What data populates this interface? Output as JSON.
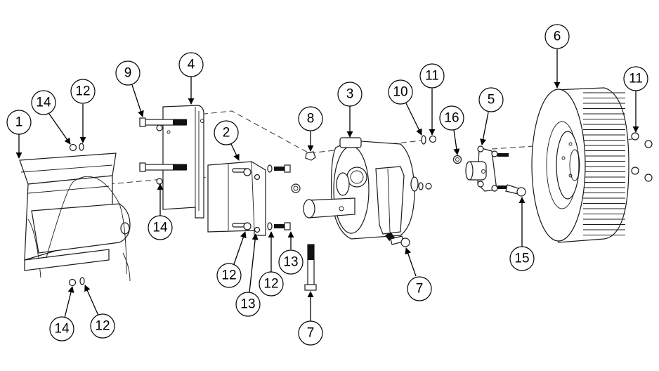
{
  "diagram": {
    "type": "exploded-assembly-drawing",
    "callouts": [
      {
        "id": "c1",
        "label": "1"
      },
      {
        "id": "c2",
        "label": "2"
      },
      {
        "id": "c3",
        "label": "3"
      },
      {
        "id": "c4",
        "label": "4"
      },
      {
        "id": "c5",
        "label": "5"
      },
      {
        "id": "c6",
        "label": "6"
      },
      {
        "id": "c7a",
        "label": "7"
      },
      {
        "id": "c7b",
        "label": "7"
      },
      {
        "id": "c8",
        "label": "8"
      },
      {
        "id": "c9",
        "label": "9"
      },
      {
        "id": "c10",
        "label": "10"
      },
      {
        "id": "c11a",
        "label": "11"
      },
      {
        "id": "c11b",
        "label": "11"
      },
      {
        "id": "c12a",
        "label": "12"
      },
      {
        "id": "c12b",
        "label": "12"
      },
      {
        "id": "c12c",
        "label": "12"
      },
      {
        "id": "c12d",
        "label": "12"
      },
      {
        "id": "c13a",
        "label": "13"
      },
      {
        "id": "c13b",
        "label": "13"
      },
      {
        "id": "c14a",
        "label": "14"
      },
      {
        "id": "c14b",
        "label": "14"
      },
      {
        "id": "c14c",
        "label": "14"
      },
      {
        "id": "c15",
        "label": "15"
      },
      {
        "id": "c16",
        "label": "16"
      }
    ],
    "colors": {
      "line": "#000000",
      "background": "#ffffff"
    }
  }
}
